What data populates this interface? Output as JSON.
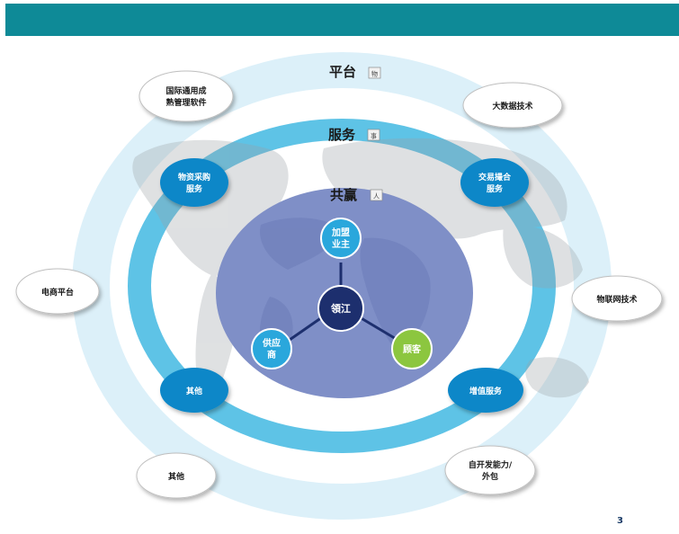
{
  "colors": {
    "header": "#0e8a97",
    "outer_ring": "#dcf0f9",
    "middle_ring": "#5ec3e6",
    "core": "#7f8fc7",
    "service_node": "#0a87c8",
    "center_node": "#1d2f6e",
    "customer_node": "#8cc63f"
  },
  "rings": {
    "platform": {
      "label": "平台",
      "tag": "物"
    },
    "service": {
      "label": "服务",
      "tag": "事"
    },
    "win": {
      "label": "共赢",
      "tag": "人"
    }
  },
  "core": {
    "center": "領江",
    "franchisee": [
      "加盟",
      "业主"
    ],
    "supplier": [
      "供应",
      "商"
    ],
    "customer": "顾客"
  },
  "services": {
    "procurement": [
      "物资采购",
      "服务"
    ],
    "matchmaking": [
      "交易撮合",
      "服务"
    ],
    "other": "其他",
    "value_added": "增值服务"
  },
  "platforms": {
    "intl_software": [
      "国际通用成",
      "熟管理软件"
    ],
    "big_data": "大数据技术",
    "ecommerce": "电商平台",
    "iot": "物联网技术",
    "other": "其他",
    "outsourcing": [
      "自开发能力/",
      "外包"
    ]
  },
  "page_number": "3"
}
